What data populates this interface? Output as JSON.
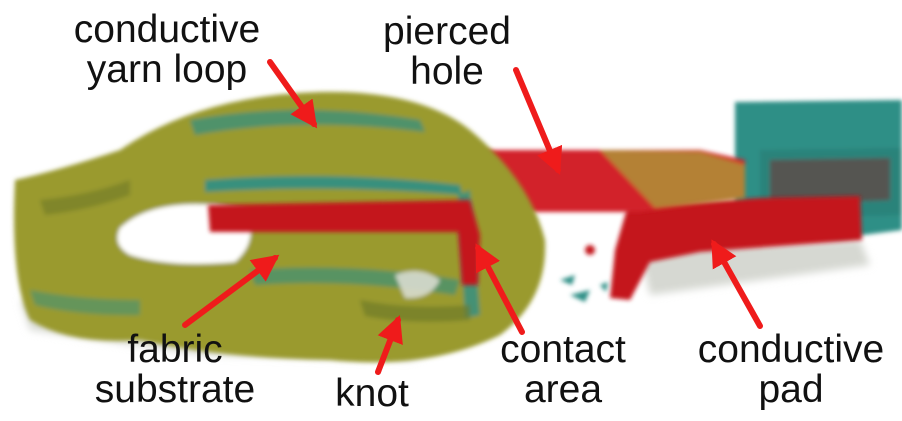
{
  "labels": {
    "conductive_yarn_loop": [
      "conductive",
      "yarn loop"
    ],
    "pierced_hole": [
      "pierced",
      "hole"
    ],
    "fabric_substrate": [
      "fabric",
      "substrate"
    ],
    "knot": [
      "knot"
    ],
    "contact_area": [
      "contact",
      "area"
    ],
    "conductive_pad": [
      "conductive",
      "pad"
    ]
  },
  "colors": {
    "yarn": "#9a9a2e",
    "yarn_dark": "#6f7a2a",
    "teal": "#2f8f86",
    "red": "#c4161c",
    "arrow": "#ef1b1b"
  }
}
